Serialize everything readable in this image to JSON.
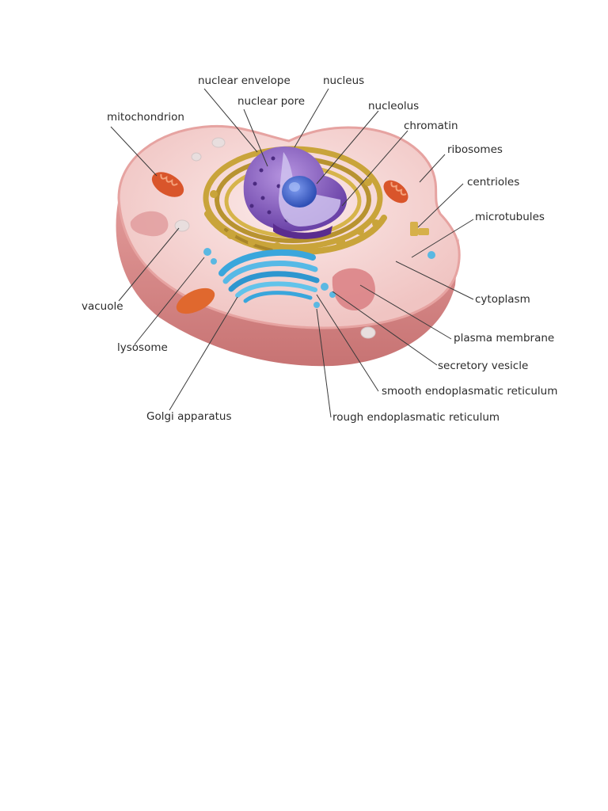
{
  "diagram": {
    "labels": {
      "nuclear_envelope": "nuclear envelope",
      "nucleus": "nucleus",
      "nuclear_pore": "nuclear pore",
      "nucleolus": "nucleolus",
      "mitochondrion": "mitochondrion",
      "chromatin": "chromatin",
      "ribosomes": "ribosomes",
      "centrioles": "centrioles",
      "microtubules": "microtubules",
      "vacuole": "vacuole",
      "cytoplasm": "cytoplasm",
      "lysosome": "lysosome",
      "plasma_membrane": "plasma membrane",
      "secretory_vesicle": "secretory vesicle",
      "smooth_er": "smooth endoplasmatic reticulum",
      "golgi_apparatus": "Golgi apparatus",
      "rough_er": "rough endoplasmatic reticulum"
    },
    "colors": {
      "membrane_outer": "#e8a6a4",
      "membrane_side": "#d88a8a",
      "cytoplasm": "#f7d9d7",
      "nucleus": "#8e63c4",
      "nucleolus": "#4a6fd0",
      "rough_er": "#c9a43a",
      "golgi": "#3aa6dc",
      "mitochondrion": "#d9552b",
      "vacuole": "#efefef"
    }
  }
}
